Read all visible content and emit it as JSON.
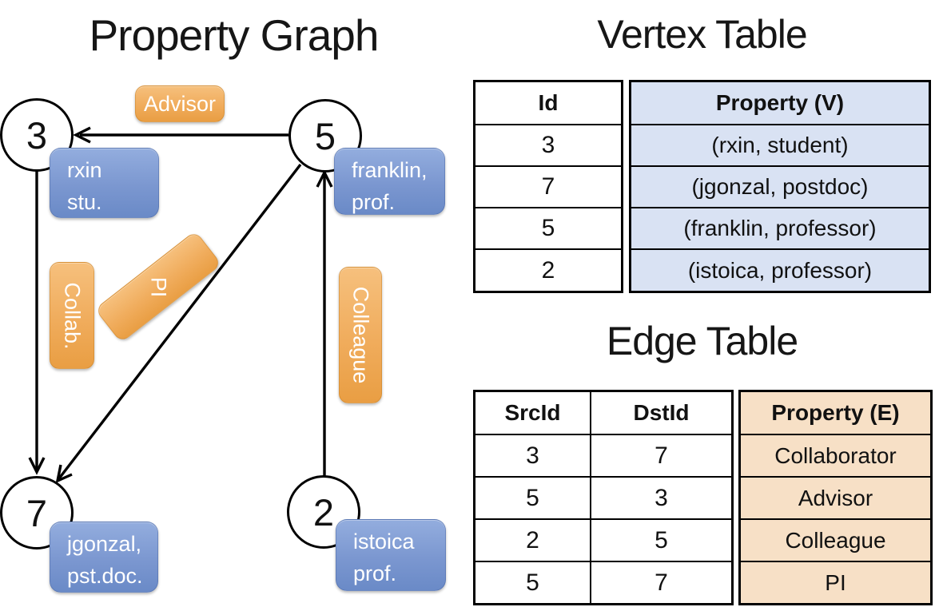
{
  "graph": {
    "title": "Property Graph",
    "nodes": [
      {
        "id": "3",
        "property_lines": [
          "rxin",
          "stu."
        ]
      },
      {
        "id": "5",
        "property_lines": [
          "franklin,",
          "prof."
        ]
      },
      {
        "id": "7",
        "property_lines": [
          "jgonzal,",
          "pst.doc."
        ]
      },
      {
        "id": "2",
        "property_lines": [
          "istoica",
          "prof."
        ]
      }
    ],
    "edge_labels": {
      "advisor": "Advisor",
      "collaborator": "Collab.",
      "pi": "PI",
      "colleague": "Colleague"
    }
  },
  "vertex_table": {
    "title": "Vertex Table",
    "columns": [
      "Id",
      "Property (V)"
    ],
    "rows": [
      [
        "3",
        "(rxin, student)"
      ],
      [
        "7",
        "(jgonzal, postdoc)"
      ],
      [
        "5",
        "(franklin, professor)"
      ],
      [
        "2",
        "(istoica, professor)"
      ]
    ]
  },
  "edge_table": {
    "title": "Edge Table",
    "columns": [
      "SrcId",
      "DstId",
      "Property (E)"
    ],
    "rows": [
      [
        "3",
        "7",
        "Collaborator"
      ],
      [
        "5",
        "3",
        "Advisor"
      ],
      [
        "2",
        "5",
        "Colleague"
      ],
      [
        "5",
        "7",
        "PI"
      ]
    ]
  },
  "colors": {
    "vertex_fill": "#D9E2F3",
    "edge_fill": "#F7E0C6",
    "blue_box": "#7B97D0",
    "orange_box": "#F0AC5C",
    "line": "#000000"
  }
}
